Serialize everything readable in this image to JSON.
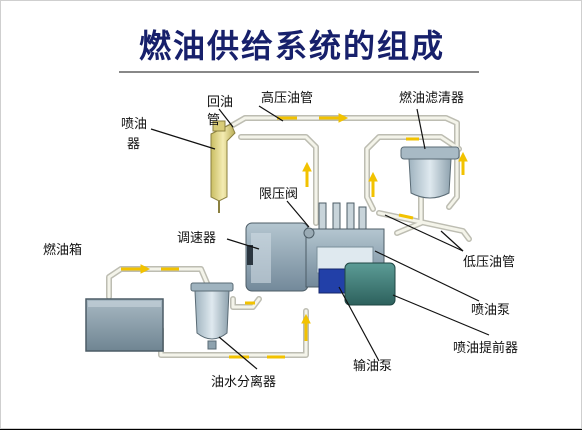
{
  "title": "燃油供给系统的组成",
  "labels": {
    "return_pipe_line1": "回油",
    "return_pipe_line2": "管",
    "high_pressure_pipe": "高压油管",
    "fuel_filter": "燃油滤清器",
    "injector_line1": "喷油",
    "injector_line2": "器",
    "pressure_limit_valve": "限压阀",
    "fuel_tank": "燃油箱",
    "governor": "调速器",
    "low_pressure_pipe": "低压油管",
    "injection_pump": "喷油泵",
    "transfer_pump": "输油泵",
    "timing_advancer": "喷油提前器",
    "water_separator": "油水分离器"
  },
  "colors": {
    "title": "#17206b",
    "pipe_fill": "#f4f4ea",
    "pipe_edge": "#bdbdb2",
    "flow_arrow": "#f2c200",
    "tank": "#8a9eab",
    "filter": "#b7cad6",
    "pump_body": "#8fa6b3",
    "advancer": "#3f7f7b",
    "transfer_pump": "#2240a8",
    "injector": "#e6dc8c"
  }
}
